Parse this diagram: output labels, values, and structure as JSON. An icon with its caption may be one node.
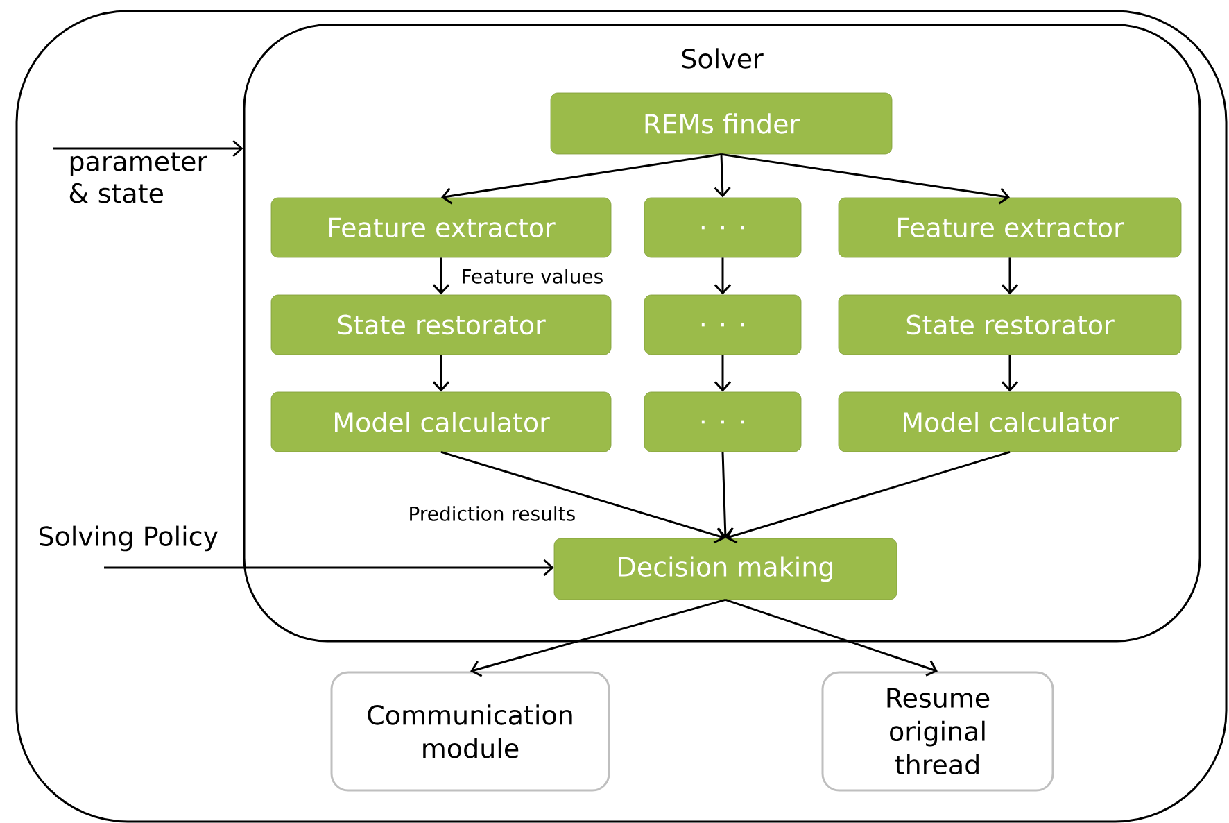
{
  "diagram": {
    "nodes": [
      {
        "text": [],
        "shape": "box"
      },
      {
        "text": [
          "Solver"
        ],
        "in": 0
      },
      {
        "text": [
          "REMs finder"
        ],
        "in": 1
      },
      {
        "text": [
          "Feature extractor"
        ],
        "in": 1
      },
      {
        "text": [
          ". . ."
        ],
        "in": 1
      },
      {
        "text": [
          "Feature extractor"
        ],
        "in": 1
      },
      {
        "text": [
          "State restorator"
        ],
        "in": 1
      },
      {
        "text": [
          ". . ."
        ],
        "in": 1
      },
      {
        "text": [
          "State restorator"
        ],
        "in": 1
      },
      {
        "text": [
          "Model calculator"
        ],
        "in": 1
      },
      {
        "text": [
          ". . ."
        ],
        "in": 1
      },
      {
        "text": [
          "Model calculator"
        ],
        "in": 1
      },
      {
        "text": [
          "Decision making"
        ],
        "in": 1
      },
      {
        "text": [
          "Communication module"
        ],
        "in": 0
      },
      {
        "text": [
          "Resume original thread"
        ],
        "in": 0
      }
    ],
    "edges": [
      {
        "from": null,
        "to": 1,
        "arrow": "to",
        "label": "parameter & state"
      },
      {
        "from": 2,
        "to": 3,
        "arrow": "to"
      },
      {
        "from": 2,
        "to": 4,
        "arrow": "to"
      },
      {
        "from": 2,
        "to": 5,
        "arrow": "to"
      },
      {
        "from": 3,
        "to": 6,
        "arrow": "to",
        "label": "Feature values"
      },
      {
        "from": 4,
        "to": 7,
        "arrow": "to"
      },
      {
        "from": 5,
        "to": 8,
        "arrow": "to"
      },
      {
        "from": 6,
        "to": 9,
        "arrow": "to"
      },
      {
        "from": 7,
        "to": 10,
        "arrow": "to"
      },
      {
        "from": 8,
        "to": 11,
        "arrow": "to"
      },
      {
        "from": 9,
        "to": 12,
        "arrow": "to",
        "label": "Prediction results"
      },
      {
        "from": 10,
        "to": 12,
        "arrow": "to"
      },
      {
        "from": 11,
        "to": 12,
        "arrow": "to"
      },
      {
        "from": null,
        "to": 12,
        "arrow": "to",
        "label": "Solving Policy"
      },
      {
        "from": 12,
        "to": 13,
        "arrow": "to"
      },
      {
        "from": 12,
        "to": 14,
        "arrow": "to"
      }
    ]
  }
}
